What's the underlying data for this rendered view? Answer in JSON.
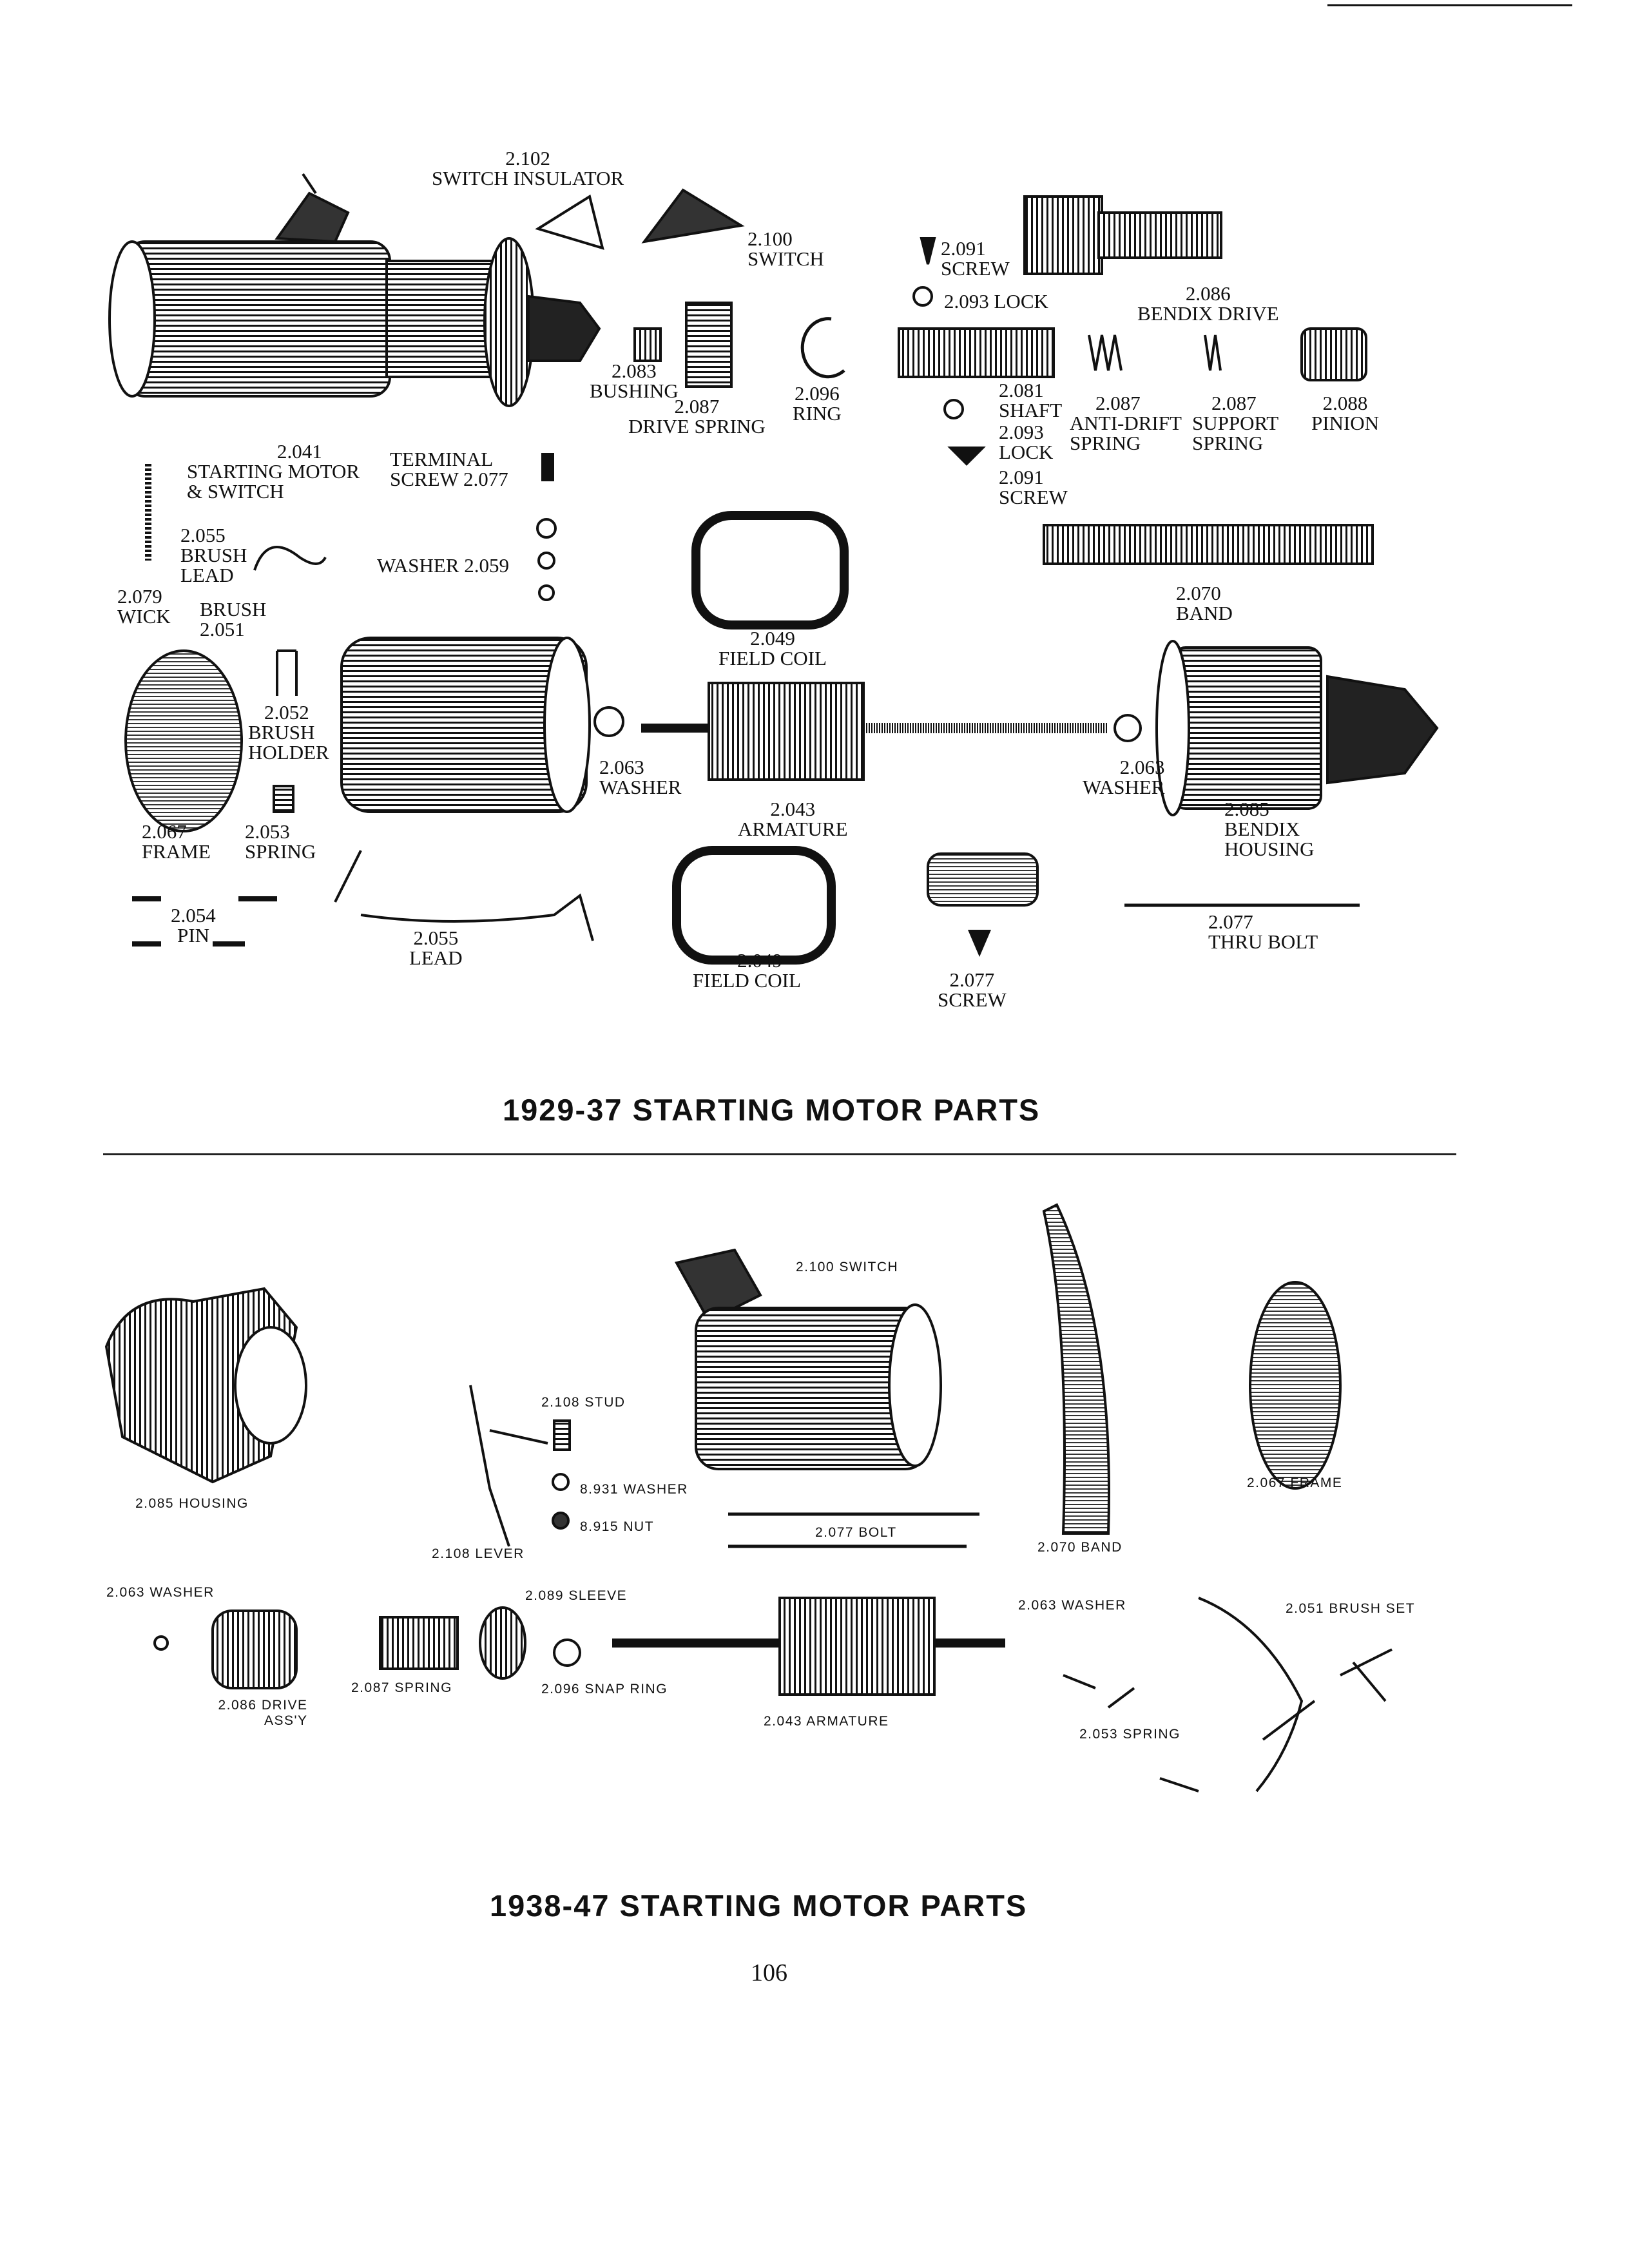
{
  "section1": {
    "caption": "1929-37 STARTING MOTOR PARTS",
    "parts": {
      "switch_insulator": [
        "2.102",
        "SWITCH INSULATOR"
      ],
      "switch": [
        "2.100",
        "SWITCH"
      ],
      "screw_2091_top": [
        "2.091",
        "SCREW"
      ],
      "lock_2093_top": [
        "2.093 LOCK"
      ],
      "bendix_drive": [
        "2.086",
        "BENDIX DRIVE"
      ],
      "bushing": [
        "2.083",
        "BUSHING"
      ],
      "drive_spring": [
        "2.087",
        "DRIVE SPRING"
      ],
      "ring": [
        "2.096",
        "RING"
      ],
      "shaft": [
        "2.081",
        "SHAFT"
      ],
      "lock_2093_bottom": [
        "2.093",
        "LOCK"
      ],
      "screw_2091_bottom": [
        "2.091",
        "SCREW"
      ],
      "anti_drift_spring": [
        "2.087",
        "ANTI-DRIFT",
        "SPRING"
      ],
      "support_spring": [
        "2.087",
        "SUPPORT",
        "SPRING"
      ],
      "pinion": [
        "2.088",
        "PINION"
      ],
      "starting_motor": [
        "2.041",
        "STARTING MOTOR",
        "& SWITCH"
      ],
      "terminal_screw": [
        "TERMINAL",
        "SCREW 2.077"
      ],
      "brush_lead": [
        "2.055",
        "BRUSH",
        "LEAD"
      ],
      "washer_2059": [
        "WASHER 2.059"
      ],
      "wick": [
        "2.079",
        "WICK"
      ],
      "brush": [
        "BRUSH",
        "2.051"
      ],
      "band": [
        "2.070",
        "BAND"
      ],
      "field_coil_top": [
        "2.049",
        "FIELD COIL"
      ],
      "brush_holder": [
        "2.052",
        "BRUSH",
        "HOLDER"
      ],
      "washer_2063_left": [
        "2.063",
        "WASHER"
      ],
      "washer_2063_right": [
        "2.063",
        "WASHER"
      ],
      "armature": [
        "2.043",
        "ARMATURE"
      ],
      "bendix_housing": [
        "2.085",
        "BENDIX",
        "HOUSING"
      ],
      "frame": [
        "2.067",
        "FRAME"
      ],
      "spring_2053": [
        "2.053",
        "SPRING"
      ],
      "pin": [
        "2.054",
        "PIN"
      ],
      "lead": [
        "2.055",
        "LEAD"
      ],
      "field_coil_bottom": [
        "2.049",
        "FIELD COIL"
      ],
      "screw_2077": [
        "2.077",
        "SCREW"
      ],
      "thru_bolt": [
        "2.077",
        "THRU BOLT"
      ]
    }
  },
  "section2": {
    "caption": "1938-47 STARTING MOTOR PARTS",
    "parts": {
      "switch": [
        "2.100 SWITCH"
      ],
      "stud": [
        "2.108 STUD"
      ],
      "washer_8931": [
        "8.931 WASHER"
      ],
      "nut_8915": [
        "8.915 NUT"
      ],
      "housing": [
        "2.085 HOUSING"
      ],
      "lever": [
        "2.108 LEVER"
      ],
      "bolt": [
        "2.077 BOLT"
      ],
      "band": [
        "2.070 BAND"
      ],
      "frame": [
        "2.067 FRAME"
      ],
      "washer_left": [
        "2.063 WASHER"
      ],
      "sleeve": [
        "2.089 SLEEVE"
      ],
      "washer_right": [
        "2.063 WASHER"
      ],
      "brush_set": [
        "2.051 BRUSH SET"
      ],
      "drive_assy": [
        "2.086 DRIVE",
        "ASS'Y"
      ],
      "spring_2087": [
        "2.087 SPRING"
      ],
      "snap_ring": [
        "2.096 SNAP RING"
      ],
      "armature": [
        "2.043 ARMATURE"
      ],
      "spring_2053": [
        "2.053 SPRING"
      ]
    }
  },
  "page_number": "106"
}
